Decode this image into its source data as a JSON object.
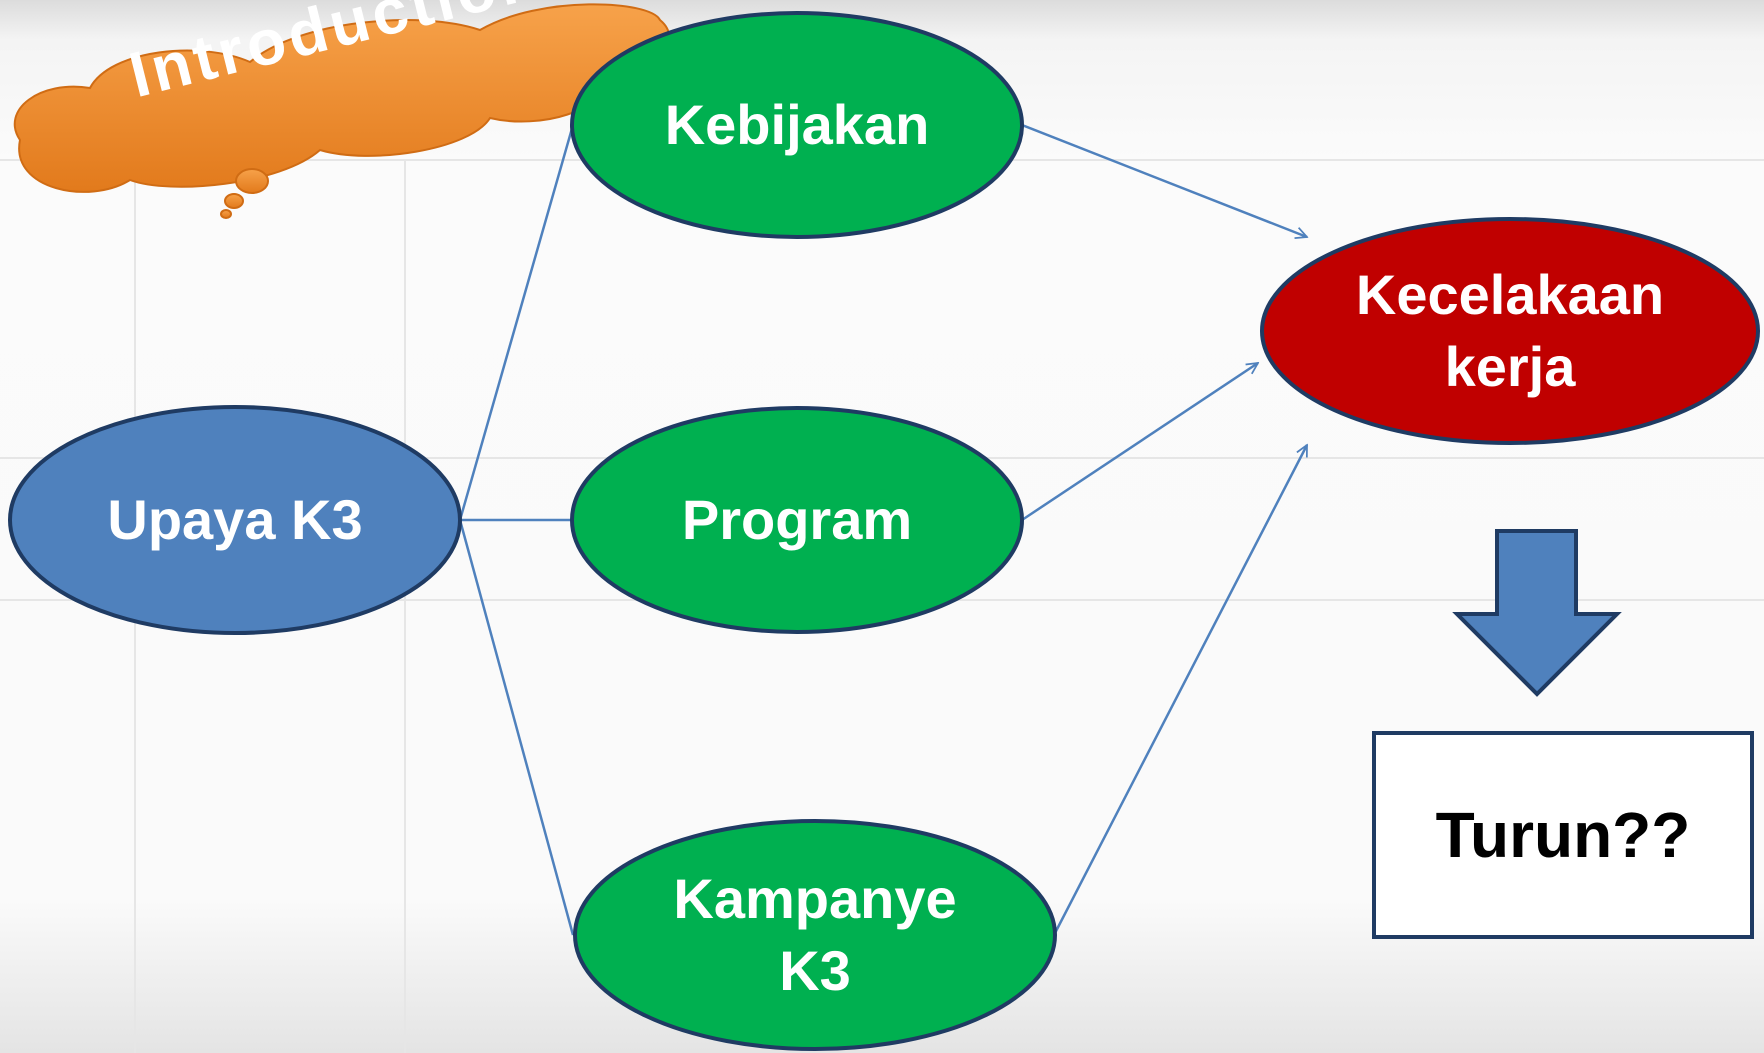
{
  "header": {
    "badge_text": "Introduction",
    "badge_color": "#ef8a2a"
  },
  "nodes": {
    "upaya": {
      "label": "Upaya K3",
      "color": "#4f81bd"
    },
    "kebijakan": {
      "label": "Kebijakan",
      "color": "#00b050"
    },
    "program": {
      "label": "Program",
      "color": "#00b050"
    },
    "kampanye": {
      "label_line1": "Kampanye",
      "label_line2": "K3",
      "color": "#00b050"
    },
    "kecelakaan": {
      "label_line1": "Kecelakaan",
      "label_line2": "kerja",
      "color": "#c00000"
    }
  },
  "result": {
    "label": "Turun??",
    "arrow_color": "#4f81bd"
  },
  "connector_color": "#4f81bd",
  "outline_color": "#1f3b63"
}
